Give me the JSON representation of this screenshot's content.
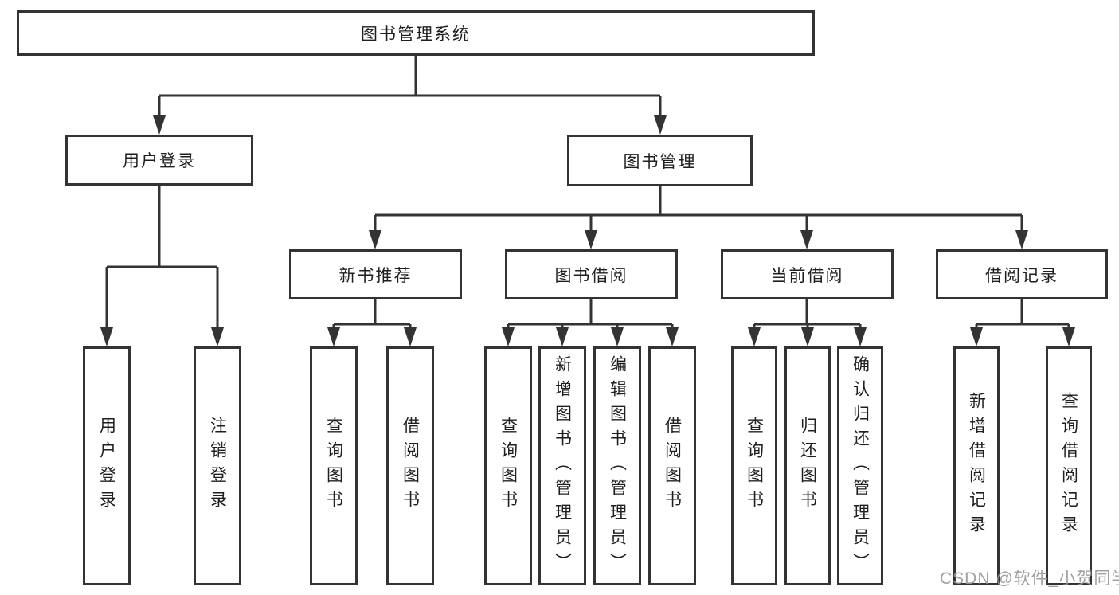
{
  "root": {
    "label": "图书管理系统"
  },
  "level2": [
    {
      "label": "用户登录"
    },
    {
      "label": "图书管理"
    }
  ],
  "level3": [
    {
      "label": "新书推荐"
    },
    {
      "label": "图书借阅"
    },
    {
      "label": "当前借阅"
    },
    {
      "label": "借阅记录"
    }
  ],
  "leaves": [
    {
      "label": "用户登录"
    },
    {
      "label": "注销登录"
    },
    {
      "label": "查询图书"
    },
    {
      "label": "借阅图书"
    },
    {
      "label": "查询图书"
    },
    {
      "label": "新增图书（管理员）"
    },
    {
      "label": "编辑图书（管理员）"
    },
    {
      "label": "借阅图书"
    },
    {
      "label": "查询图书"
    },
    {
      "label": "归还图书"
    },
    {
      "label": "确认归还（管理员）"
    },
    {
      "label": "新增借阅记录"
    },
    {
      "label": "查询借阅记录"
    }
  ],
  "watermark": {
    "text": "CSDN @软件_小贺同学"
  },
  "colors": {
    "line": "#333333",
    "text": "#1f1f1f",
    "watermark": "#989898",
    "background": "#ffffff"
  }
}
